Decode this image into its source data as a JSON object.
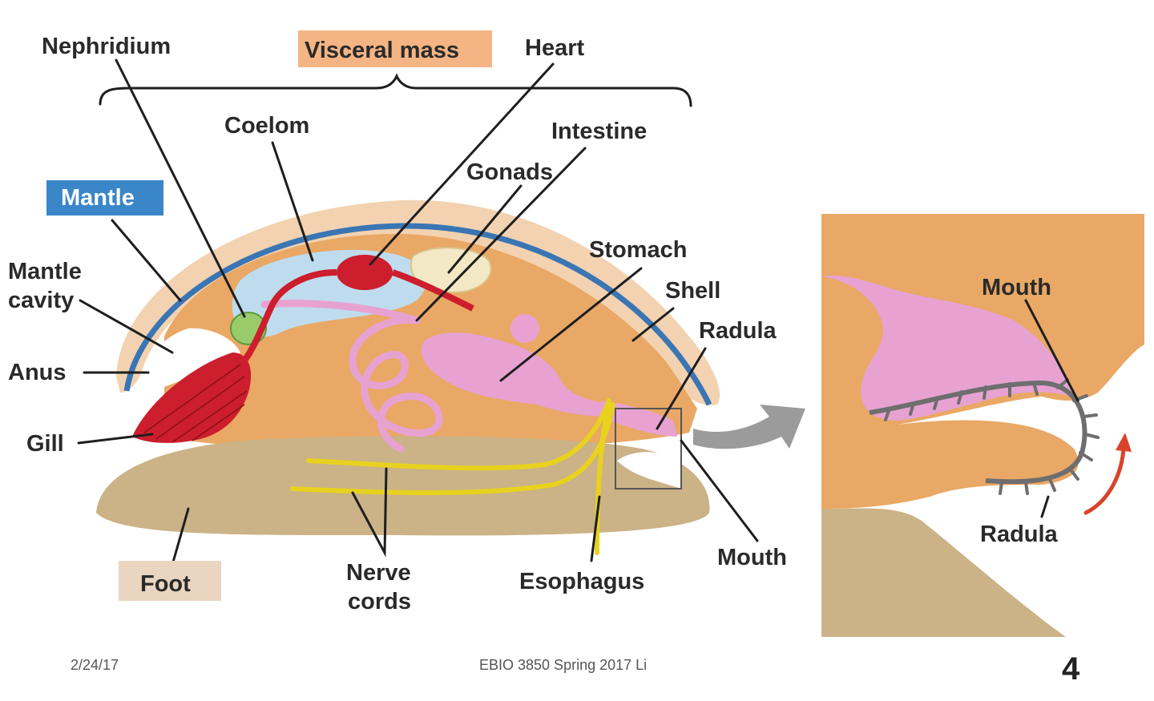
{
  "labels": {
    "nephridium": "Nephridium",
    "visceral_mass": "Visceral mass",
    "heart": "Heart",
    "coelom": "Coelom",
    "intestine": "Intestine",
    "gonads": "Gonads",
    "mantle": "Mantle",
    "mantle_cavity_1": "Mantle",
    "mantle_cavity_2": "cavity",
    "stomach": "Stomach",
    "shell": "Shell",
    "radula": "Radula",
    "anus": "Anus",
    "gill": "Gill",
    "foot": "Foot",
    "nerve_cords_1": "Nerve",
    "nerve_cords_2": "cords",
    "esophagus": "Esophagus",
    "mouth": "Mouth"
  },
  "inset_labels": {
    "mouth": "Mouth",
    "radula": "Radula"
  },
  "footer": {
    "date": "2/24/17",
    "course": "EBIO 3850 Spring 2017 Li",
    "page": "4"
  },
  "colors": {
    "shell": "#f2d2b0",
    "body": "#e9a865",
    "mantle_line": "#3a75b4",
    "mantle_box": "#3a86c8",
    "coelom": "#bfdcee",
    "digestive": "#e7a2d2",
    "heart_gill": "#cc1e2c",
    "nerve": "#e8d21e",
    "foot": "#cbb287",
    "visceral_box": "#f4b483",
    "foot_box": "#ead6c0"
  }
}
